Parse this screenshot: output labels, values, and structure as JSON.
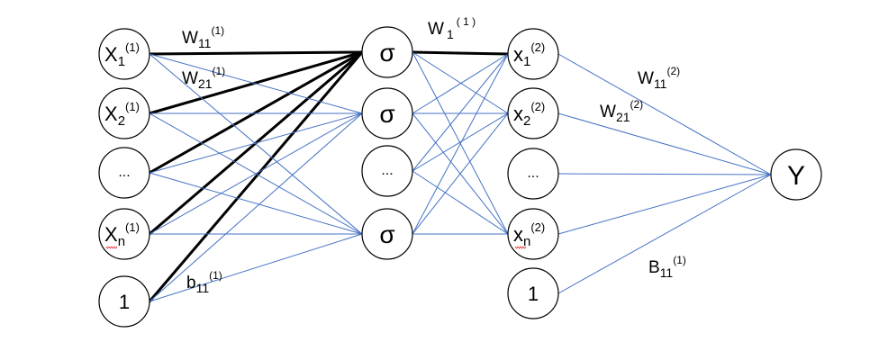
{
  "title": "Neural network diagram",
  "colors": {
    "node_stroke": "#000000",
    "edge_default": "#4472c4",
    "edge_highlight": "#000000",
    "spellcheck_underline": "#e02020"
  },
  "layers": [
    {
      "name": "input",
      "nodes": [
        {
          "id": "in1",
          "base": "X",
          "sub": "1",
          "sup": "(1)",
          "spellcheck": false
        },
        {
          "id": "in2",
          "base": "X",
          "sub": "2",
          "sup": "(1)",
          "spellcheck": false
        },
        {
          "id": "in3",
          "base": "...",
          "sub": "",
          "sup": "",
          "spellcheck": false
        },
        {
          "id": "in4",
          "base": "X",
          "sub": "n",
          "sup": "(1)",
          "spellcheck": true
        },
        {
          "id": "in5",
          "base": "1",
          "sub": "",
          "sup": "",
          "spellcheck": false
        }
      ]
    },
    {
      "name": "hidden",
      "nodes": [
        {
          "id": "h1",
          "base": "σ",
          "sub": "",
          "sup": "",
          "spellcheck": false
        },
        {
          "id": "h2",
          "base": "σ",
          "sub": "",
          "sup": "",
          "spellcheck": false
        },
        {
          "id": "h3",
          "base": "...",
          "sub": "",
          "sup": "",
          "spellcheck": false
        },
        {
          "id": "h4",
          "base": "σ",
          "sub": "",
          "sup": "",
          "spellcheck": false
        }
      ]
    },
    {
      "name": "second",
      "nodes": [
        {
          "id": "s1",
          "base": "x",
          "sub": "1",
          "sup": "(2)",
          "spellcheck": false
        },
        {
          "id": "s2",
          "base": "x",
          "sub": "2",
          "sup": "(2)",
          "spellcheck": false
        },
        {
          "id": "s3",
          "base": "...",
          "sub": "",
          "sup": "",
          "spellcheck": false
        },
        {
          "id": "s4",
          "base": "x",
          "sub": "n",
          "sup": "(2)",
          "spellcheck": true
        },
        {
          "id": "s5",
          "base": "1",
          "sub": "",
          "sup": "",
          "spellcheck": false
        }
      ]
    },
    {
      "name": "output",
      "nodes": [
        {
          "id": "y",
          "base": "Y",
          "sub": "",
          "sup": "",
          "spellcheck": false
        }
      ]
    }
  ],
  "edges": [
    {
      "from": "in1",
      "to": "h1",
      "highlight": true
    },
    {
      "from": "in2",
      "to": "h1",
      "highlight": true
    },
    {
      "from": "in3",
      "to": "h1",
      "highlight": true
    },
    {
      "from": "in4",
      "to": "h1",
      "highlight": true
    },
    {
      "from": "in5",
      "to": "h1",
      "highlight": true
    },
    {
      "from": "in1",
      "to": "h2",
      "highlight": false
    },
    {
      "from": "in1",
      "to": "h4",
      "highlight": false
    },
    {
      "from": "in2",
      "to": "h2",
      "highlight": false
    },
    {
      "from": "in2",
      "to": "h4",
      "highlight": false
    },
    {
      "from": "in3",
      "to": "h2",
      "highlight": false
    },
    {
      "from": "in3",
      "to": "h4",
      "highlight": false
    },
    {
      "from": "in4",
      "to": "h2",
      "highlight": false
    },
    {
      "from": "in4",
      "to": "h4",
      "highlight": false
    },
    {
      "from": "in5",
      "to": "h2",
      "highlight": false
    },
    {
      "from": "in5",
      "to": "h4",
      "highlight": false
    },
    {
      "from": "h1",
      "to": "s1",
      "highlight": true
    },
    {
      "from": "h1",
      "to": "s2",
      "highlight": false
    },
    {
      "from": "h1",
      "to": "s4",
      "highlight": false
    },
    {
      "from": "h2",
      "to": "s1",
      "highlight": false
    },
    {
      "from": "h2",
      "to": "s2",
      "highlight": false
    },
    {
      "from": "h2",
      "to": "s4",
      "highlight": false
    },
    {
      "from": "h3",
      "to": "s1",
      "highlight": false
    },
    {
      "from": "h3",
      "to": "s2",
      "highlight": false
    },
    {
      "from": "h3",
      "to": "s4",
      "highlight": false
    },
    {
      "from": "h4",
      "to": "s1",
      "highlight": false
    },
    {
      "from": "h4",
      "to": "s2",
      "highlight": false
    },
    {
      "from": "h4",
      "to": "s4",
      "highlight": false
    },
    {
      "from": "s1",
      "to": "y",
      "highlight": false
    },
    {
      "from": "s2",
      "to": "y",
      "highlight": false
    },
    {
      "from": "s3",
      "to": "y",
      "highlight": false
    },
    {
      "from": "s4",
      "to": "y",
      "highlight": false
    },
    {
      "from": "s5",
      "to": "y",
      "highlight": false
    }
  ],
  "labels": [
    {
      "id": "w11_1",
      "base": "W",
      "sub": "11",
      "sup": "(1)"
    },
    {
      "id": "w21_1",
      "base": "W",
      "sub": "21",
      "sup": "(1)"
    },
    {
      "id": "b11_1",
      "base": "b",
      "sub": "11",
      "sup": "(1)"
    },
    {
      "id": "w1_1",
      "base": "W",
      "sub": "1",
      "sup": "( 1 )"
    },
    {
      "id": "w11_2",
      "base": "W",
      "sub": "11",
      "sup": "(2)"
    },
    {
      "id": "w21_2",
      "base": "W",
      "sub": "21",
      "sup": "(2)"
    },
    {
      "id": "B11_1",
      "base": "B",
      "sub": "11",
      "sup": "(1)"
    }
  ]
}
